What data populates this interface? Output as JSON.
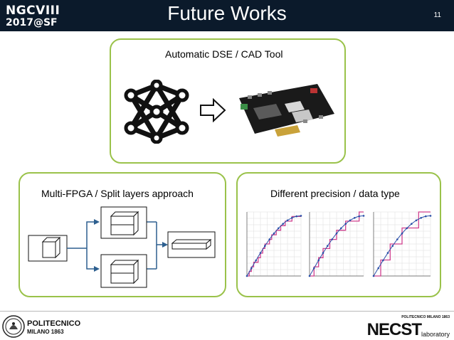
{
  "header": {
    "logo_line1": "NGCVIII",
    "logo_line2": "2017@SF",
    "title": "Future Works",
    "slide_number": "11"
  },
  "boxes": {
    "dse_label": "Automatic DSE / CAD Tool",
    "multi_label": "Multi-FPGA / Split layers approach",
    "precision_label": "Different precision / data type"
  },
  "footer": {
    "polimi_line1": "POLITECNICO",
    "polimi_line2": "MILANO 1863",
    "necst_top": "POLITECNICO MILANO 1863",
    "necst_main": "NECST",
    "necst_sub": "laboratory"
  },
  "icons": [
    "neural-network-icon",
    "right-arrow-icon",
    "fpga-board-image",
    "cube-icon",
    "layer-stack-icon",
    "flat-layer-icon",
    "precision-plot-icon"
  ],
  "colors": {
    "header_bg": "#0b1a2b",
    "box_border": "#9ac24a",
    "arrow_blue": "#2d5f8f",
    "plot_blue": "#2a4fa8",
    "plot_pink": "#d0408e"
  }
}
